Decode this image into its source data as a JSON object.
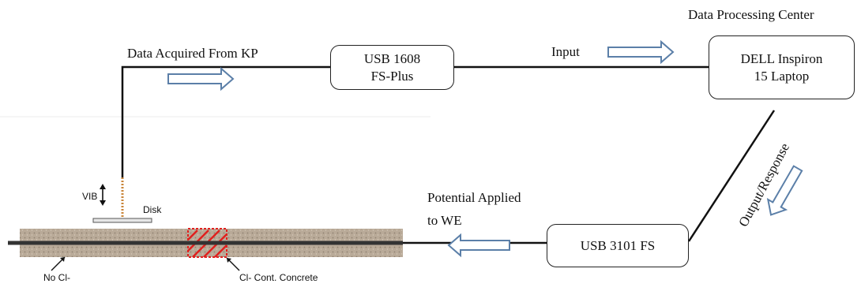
{
  "labels": {
    "data_acquired": "Data Acquired From KP",
    "input": "Input",
    "data_center": "Data Processing Center",
    "output_response": "Output/Response",
    "potential_line1": "Potential Applied",
    "potential_line2": "to WE",
    "vib": "VIB",
    "disk": "Disk",
    "no_cl": "No Cl-",
    "cl_cont": "Cl- Cont. Concrete"
  },
  "boxes": {
    "usb1608": {
      "line1": "USB 1608",
      "line2": "FS-Plus"
    },
    "dell": {
      "line1": "DELL Inspiron",
      "line2": "15 Laptop"
    },
    "usb3101": {
      "line1": "USB 3101 FS"
    }
  },
  "colors": {
    "line": "#111111",
    "arrow_fill": "#ffffff",
    "arrow_stroke": "#5b7fa8",
    "concrete": "#b9aa98",
    "chloride_zone": "#e0201e",
    "probe": "#c9853a"
  }
}
